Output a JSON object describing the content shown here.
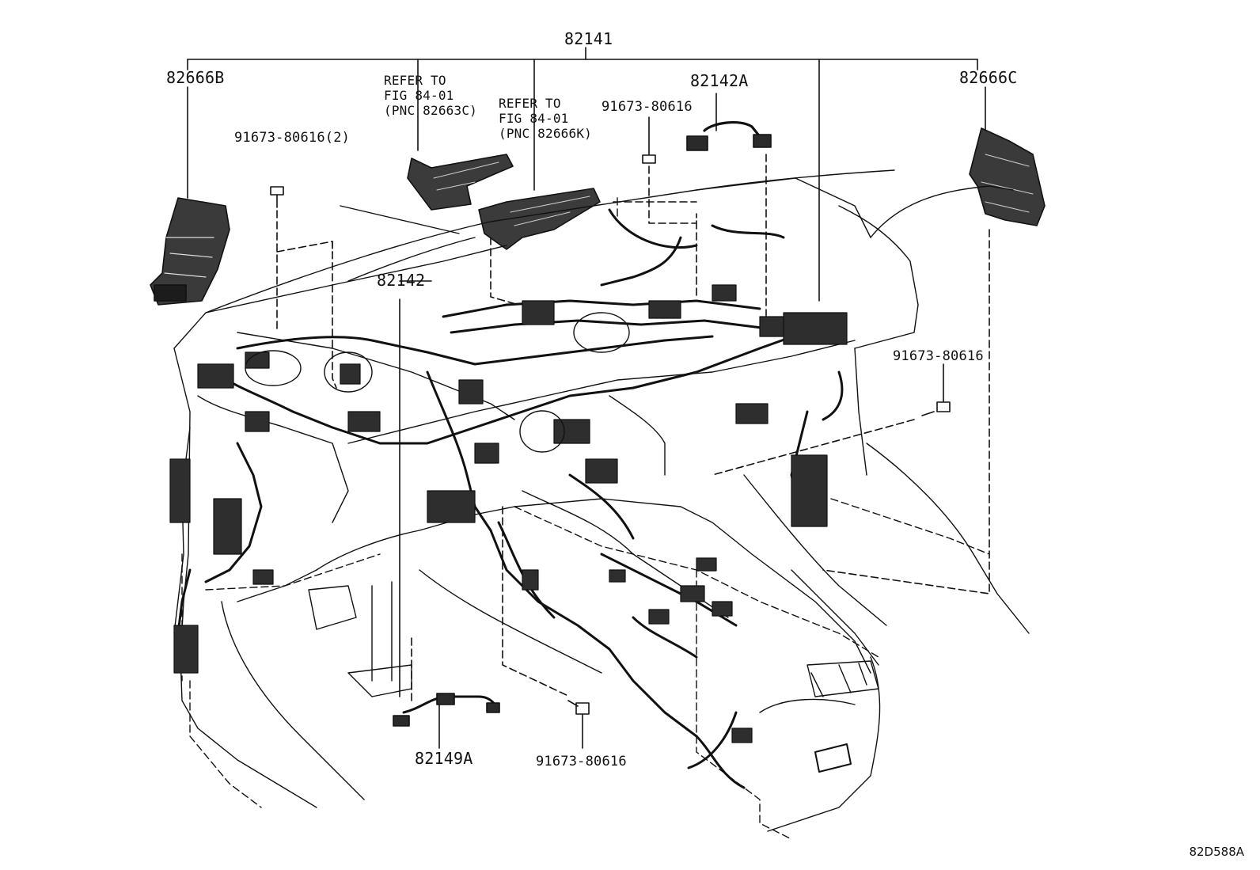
{
  "diagram": {
    "id": "82D588A",
    "parts": {
      "main_harness": "82141",
      "connector_b": "82666B",
      "connector_c": "82666C",
      "harness_a": "82142A",
      "harness": "82142",
      "harness_149a": "82149A",
      "bolt_qty": "91673-80616(2)",
      "bolt_top": "91673-80616",
      "bolt_right": "91673-80616",
      "bolt_bottom": "91673-80616"
    },
    "references": {
      "ref1": {
        "line1": "REFER TO",
        "line2": "FIG 84-01",
        "line3": "(PNC 82663C)"
      },
      "ref2": {
        "line1": "REFER TO",
        "line2": "FIG 84-01",
        "line3": "(PNC 82666K)"
      }
    }
  }
}
